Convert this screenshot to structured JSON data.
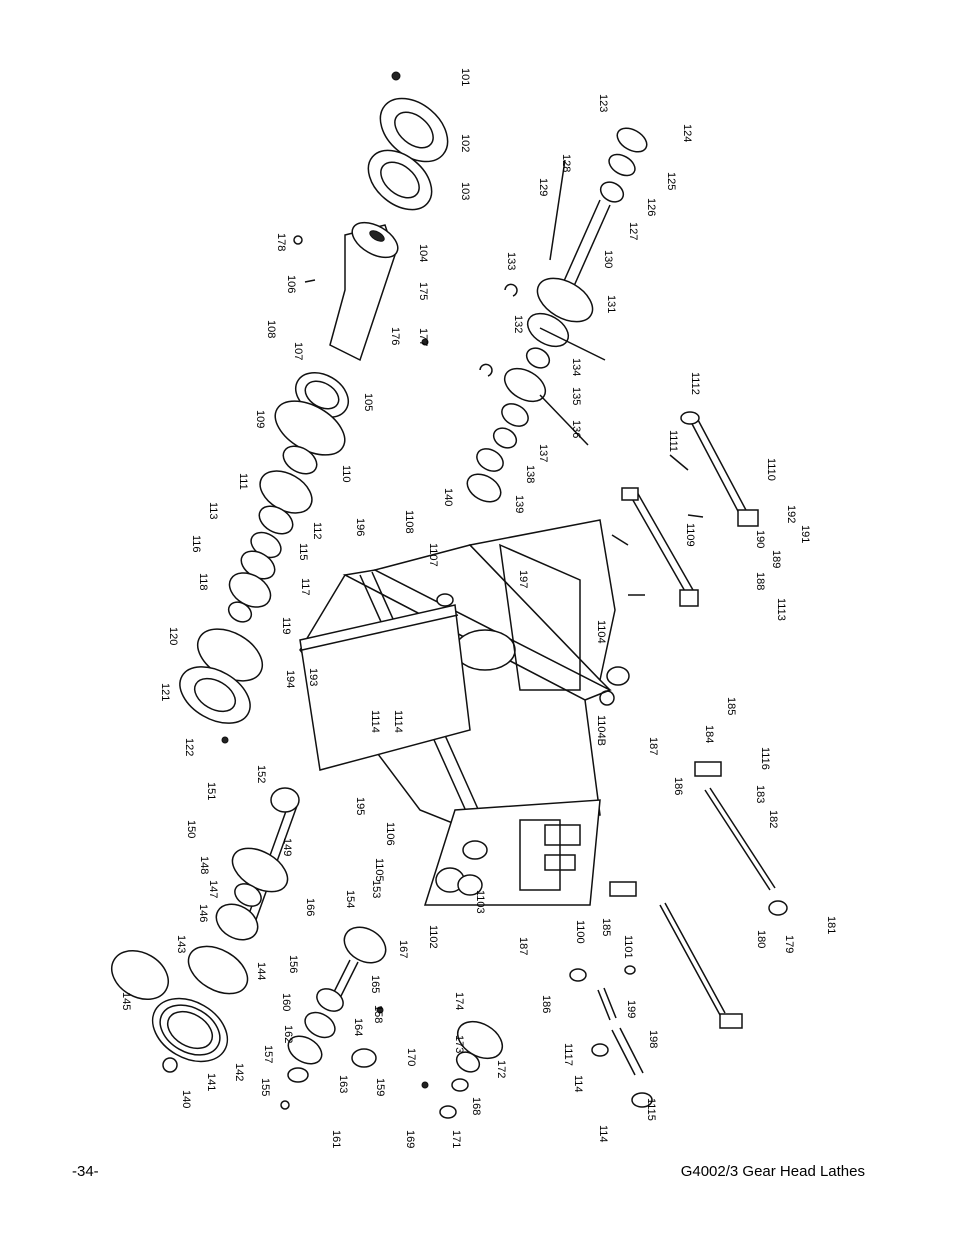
{
  "footer": {
    "page_number": "-34-",
    "doc_title": "G4002/3 Gear Head Lathes"
  },
  "part_labels": [
    "101",
    "102",
    "103",
    "104",
    "105",
    "106",
    "107",
    "108",
    "109",
    "110",
    "111",
    "112",
    "113",
    "114",
    "115",
    "116",
    "117",
    "118",
    "119",
    "120",
    "121",
    "122",
    "123",
    "124",
    "125",
    "126",
    "127",
    "128",
    "129",
    "130",
    "131",
    "132",
    "133",
    "134",
    "135",
    "136",
    "137",
    "138",
    "139",
    "140",
    "141",
    "142",
    "143",
    "144",
    "145",
    "146",
    "147",
    "148",
    "149",
    "150",
    "151",
    "152",
    "153",
    "154",
    "155",
    "156",
    "157",
    "158",
    "159",
    "160",
    "161",
    "162",
    "163",
    "164",
    "165",
    "166",
    "167",
    "168",
    "169",
    "170",
    "171",
    "172",
    "173",
    "174",
    "175",
    "176",
    "177",
    "178",
    "179",
    "180",
    "181",
    "182",
    "183",
    "184",
    "185",
    "186",
    "187",
    "188",
    "189",
    "190",
    "191",
    "192",
    "193",
    "194",
    "195",
    "196",
    "197",
    "198",
    "199",
    "1100",
    "1101",
    "1102",
    "1103",
    "1104",
    "1104B",
    "1105",
    "1106",
    "1107",
    "1108",
    "1109",
    "1110",
    "1111",
    "1112",
    "1113",
    "1114",
    "1115",
    "1116",
    "1117"
  ]
}
